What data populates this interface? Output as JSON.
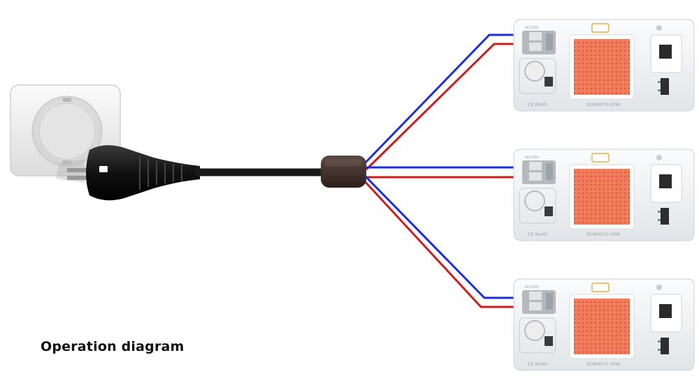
{
  "caption": "Operation diagram",
  "colors": {
    "wire_blue": "#1a2ee0",
    "wire_red": "#d11a1a",
    "cable": "#1a1a1a",
    "junction": "#3b2b24",
    "led_chip": "#f07a58",
    "module_body": "#f2f4f6"
  },
  "modules": [
    {
      "model": "DOB4075-50W",
      "cert": "CE RoHS",
      "voltage_mark": "AC220V"
    },
    {
      "model": "DOB4075-50W",
      "cert": "CE RoHS",
      "voltage_mark": "AC220V"
    },
    {
      "model": "DOB4075-50W",
      "cert": "CE RoHS",
      "voltage_mark": "AC220V"
    }
  ]
}
